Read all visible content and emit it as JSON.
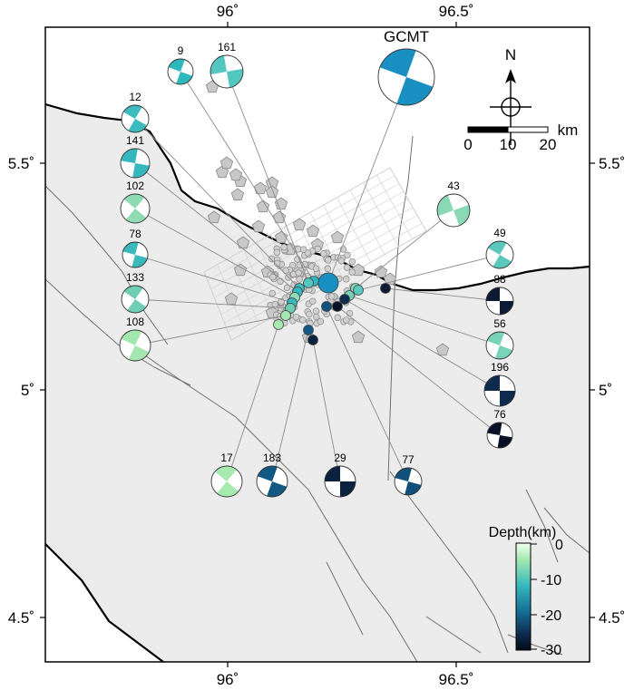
{
  "axes": {
    "lon_labels": [
      "96˚",
      "96.5˚",
      "96˚",
      "96.5˚"
    ],
    "lat_labels": [
      "5.5˚",
      "5˚",
      "4.5˚"
    ]
  },
  "compass": {
    "north_label": "N"
  },
  "scale": {
    "unit": "km",
    "ticks": [
      "0",
      "10",
      "20"
    ]
  },
  "colorbar": {
    "title": "Depth(km)",
    "ticks": [
      "0",
      "-10",
      "-20",
      "-30"
    ],
    "range": [
      -30,
      0
    ]
  },
  "gcmt": {
    "label": "GCMT",
    "color": "#1a8fc2"
  },
  "colors": {
    "land": "#ececec",
    "ocean": "#ffffff",
    "coast": "#000000",
    "fault": "#707070",
    "aftershock": "#c8c8c8",
    "leader": "#888888"
  },
  "mechanisms": [
    {
      "id": "9",
      "color": "#2fb8bc"
    },
    {
      "id": "161",
      "color": "#54c6c0"
    },
    {
      "id": "12",
      "color": "#3cbcbe"
    },
    {
      "id": "141",
      "color": "#35b7bd"
    },
    {
      "id": "102",
      "color": "#8fdcb4"
    },
    {
      "id": "78",
      "color": "#3ab9bd"
    },
    {
      "id": "133",
      "color": "#6fcdb4"
    },
    {
      "id": "108",
      "color": "#a4e7b0"
    },
    {
      "id": "43",
      "color": "#8ad9b6"
    },
    {
      "id": "49",
      "color": "#5bc8bc"
    },
    {
      "id": "88",
      "color": "#0c1a33"
    },
    {
      "id": "56",
      "color": "#78d2b8"
    },
    {
      "id": "196",
      "color": "#0e2a4d"
    },
    {
      "id": "76",
      "color": "#081226"
    },
    {
      "id": "17",
      "color": "#a6eab0"
    },
    {
      "id": "183",
      "color": "#125883"
    },
    {
      "id": "29",
      "color": "#0b2140"
    },
    {
      "id": "77",
      "color": "#11507a"
    }
  ]
}
